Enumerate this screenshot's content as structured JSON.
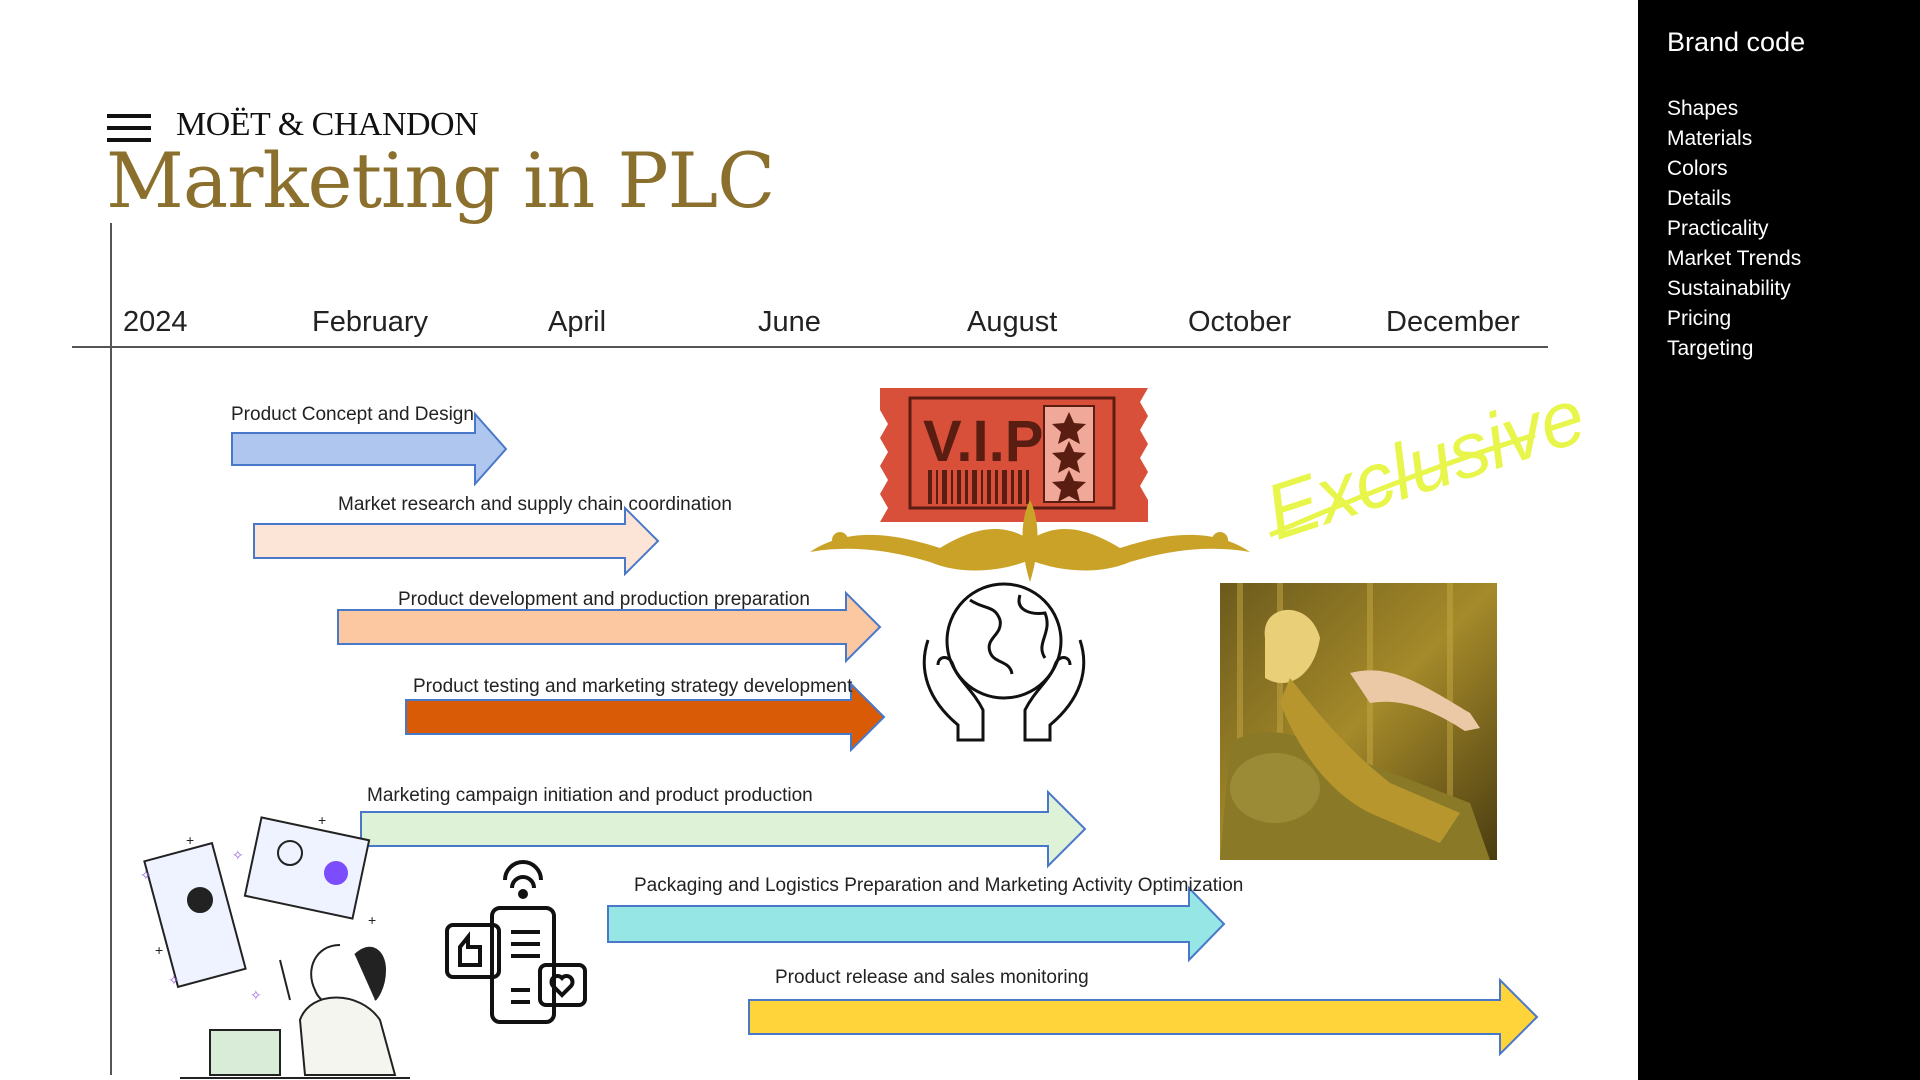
{
  "sidebar": {
    "title": "Brand code",
    "items": [
      "Shapes",
      "Materials",
      "Colors",
      "Details",
      "Practicality",
      "Market Trends",
      "Sustainability",
      "Pricing",
      "Targeting"
    ]
  },
  "header": {
    "brand": "MOËT & CHANDON",
    "title": "Marketing in PLC"
  },
  "timeline": {
    "months": [
      "2024",
      "February",
      "April",
      "June",
      "August",
      "October",
      "December"
    ],
    "tasks": [
      {
        "label": "Product Concept and Design",
        "color": "#AFC6EE",
        "border": "#4A78C9"
      },
      {
        "label": "Market research and supply chain coordination",
        "color": "#FCE4D6",
        "border": "#4A78C9"
      },
      {
        "label": "Product development and production preparation",
        "color": "#FBC8A2",
        "border": "#4A78C9"
      },
      {
        "label": "Product testing and marketing strategy development",
        "color": "#D95B06",
        "border": "#4A78C9"
      },
      {
        "label": "Marketing campaign initiation and product production",
        "color": "#DDF2D6",
        "border": "#4A78C9"
      },
      {
        "label": "Packaging and Logistics Preparation and Marketing Activity Optimization",
        "color": "#95E6E4",
        "border": "#4A78C9"
      },
      {
        "label": "Product release and sales monitoring",
        "color": "#FFD43B",
        "border": "#4A78C9"
      }
    ]
  },
  "decor": {
    "vip_text": "V.I.P",
    "exclusive_text": "Exclusive",
    "icons": [
      "vip-ticket-icon",
      "globe-in-hands-icon",
      "exclusive-script",
      "social-media-icon",
      "influencer-illustration"
    ]
  }
}
